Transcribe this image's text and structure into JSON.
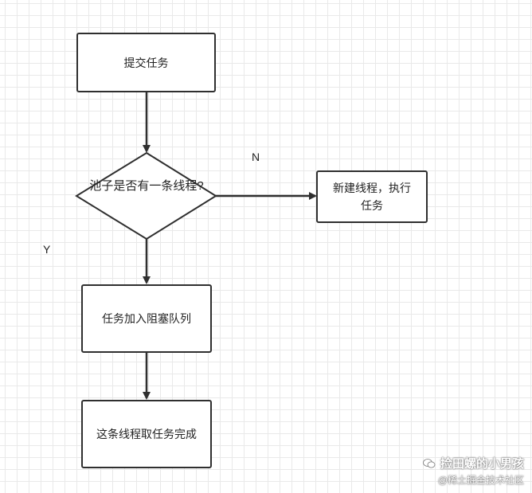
{
  "nodes": {
    "submit": "提交任务",
    "decision": "池子是否有一条线程?",
    "new_thread": "新建线程，执行任务",
    "queue": "任务加入阻塞队列",
    "take": "这条线程取任务完成"
  },
  "edges": {
    "no_label": "N",
    "yes_label": "Y"
  },
  "watermark": {
    "line1": "捡田螺的小男孩",
    "line2": "@稀土掘金技术社区"
  },
  "colors": {
    "stroke": "#2f2f2f",
    "grid": "#e9e9e9"
  }
}
